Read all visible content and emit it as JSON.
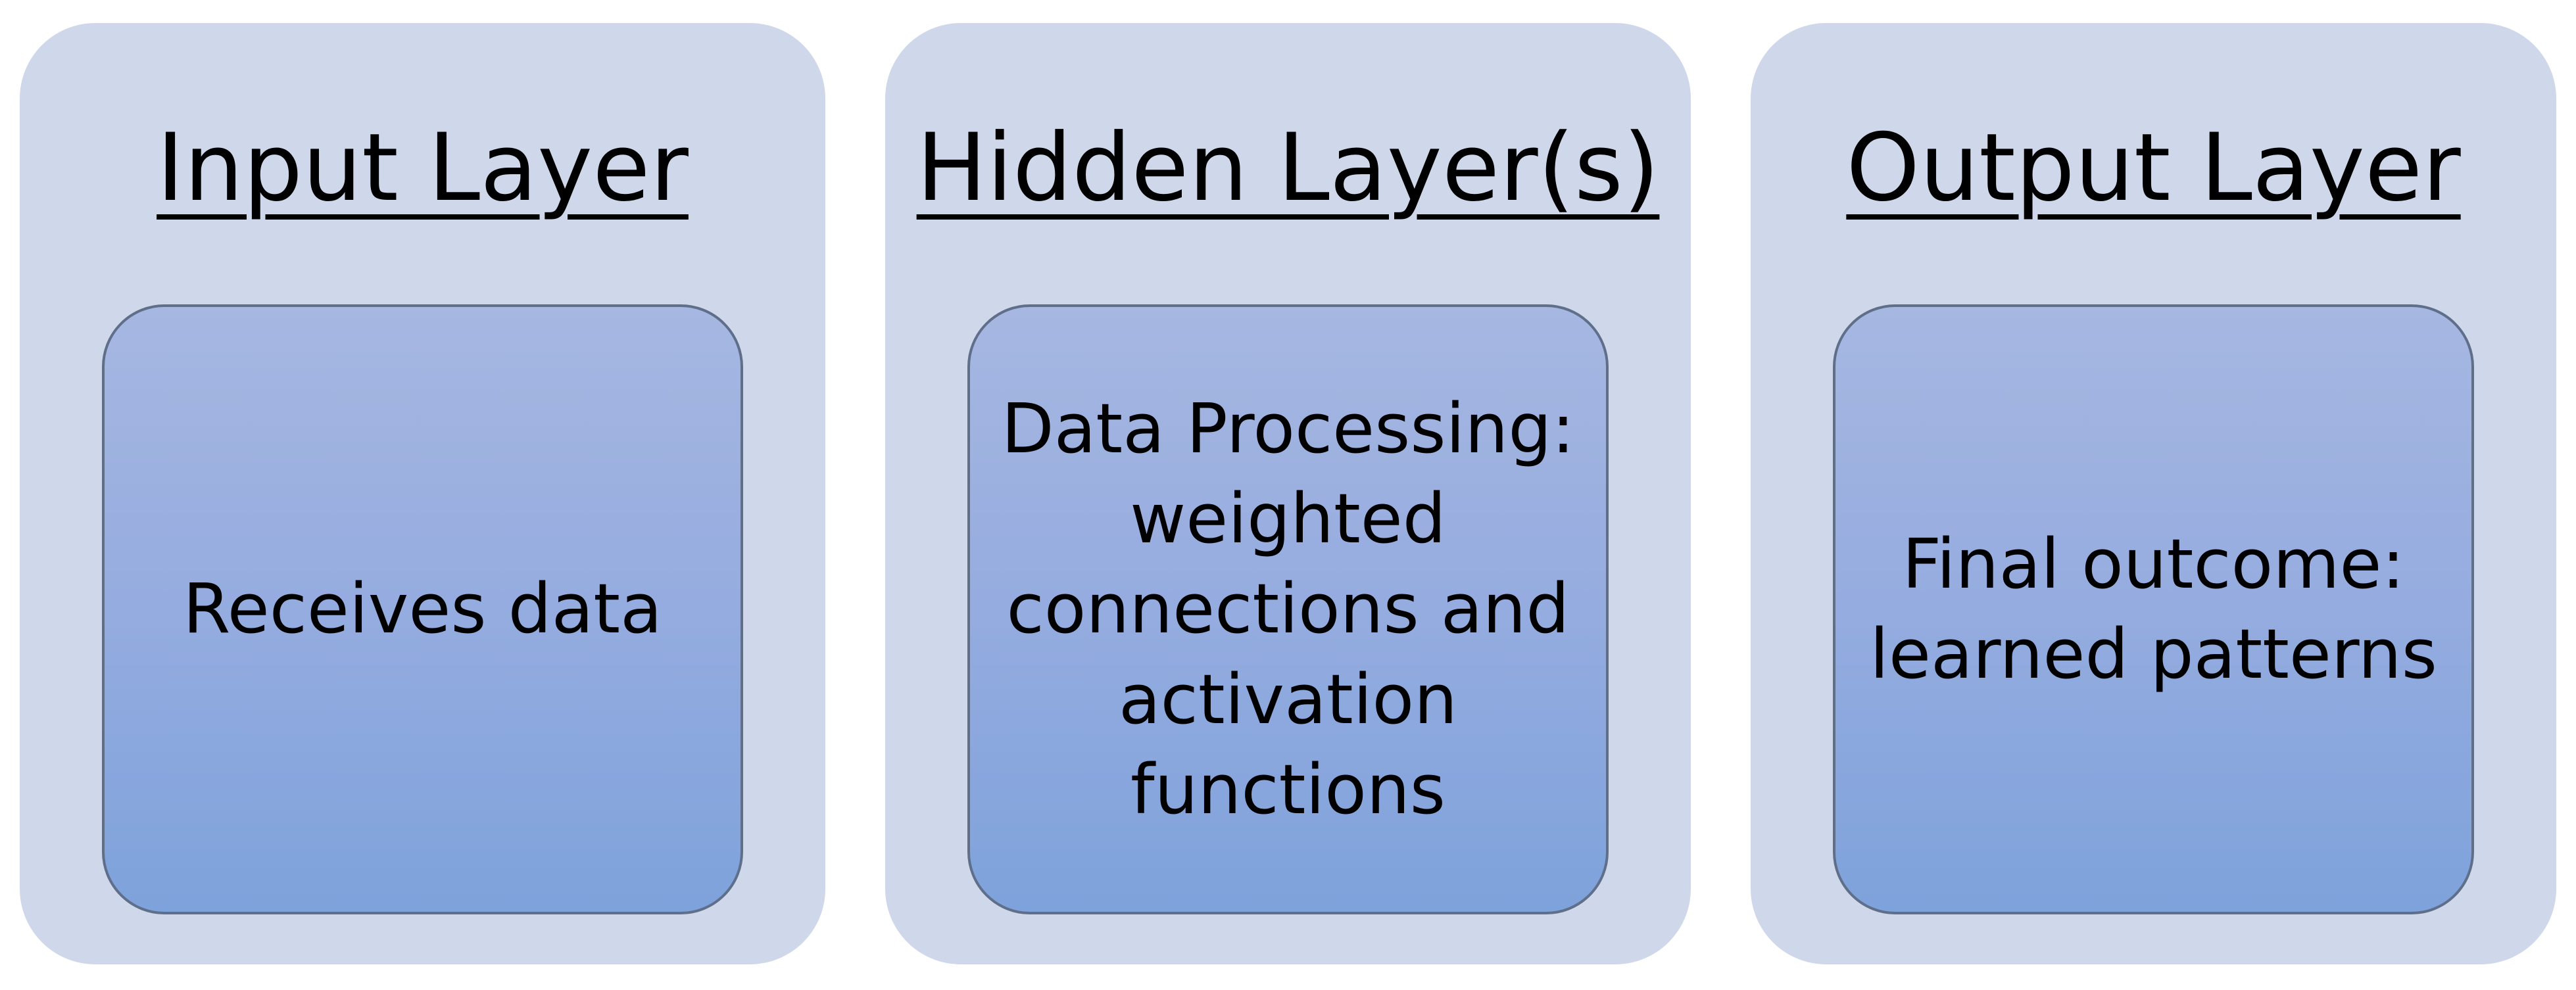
{
  "panels": [
    {
      "title": "Input Layer",
      "text": "Receives data"
    },
    {
      "title": "Hidden Layer(s)",
      "text": "Data Processing:\nweighted\nconnections and\nactivation\nfunctions"
    },
    {
      "title": "Output Layer",
      "text": "Final outcome:\nlearned patterns"
    }
  ],
  "colors": {
    "panel_background": "#cfd7ea",
    "box_gradient_top": "#a6b7e1",
    "box_gradient_bottom": "#7ea2db",
    "box_border": "#5f6f8a",
    "text": "#000000"
  }
}
